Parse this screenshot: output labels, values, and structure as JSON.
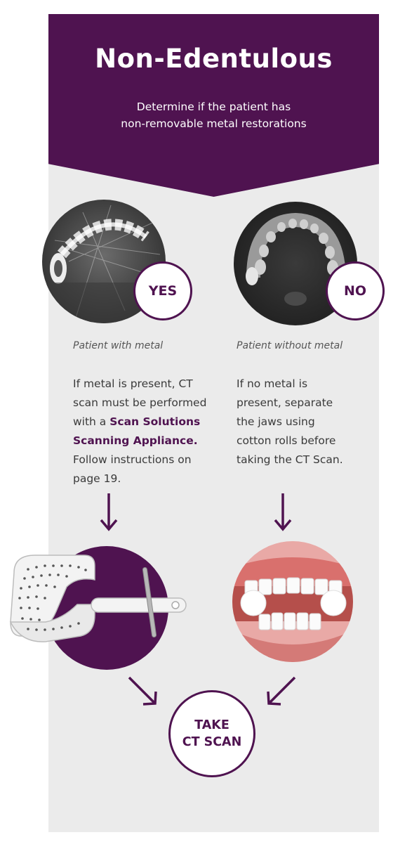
{
  "header": {
    "title": "Non-Edentulous",
    "subtitle_line1": "Determine if the patient has",
    "subtitle_line2": "non-removable metal restorations"
  },
  "left": {
    "badge": "YES",
    "caption": "Patient with metal",
    "text_before": "If metal is present, CT scan must be performed with a ",
    "text_bold": "Scan Solutions Scanning Appliance.",
    "text_after": " Follow instructions on page 19."
  },
  "right": {
    "badge": "NO",
    "caption": "Patient without metal",
    "text": "If no metal is present, separate the jaws using cotton rolls before taking the CT Scan."
  },
  "final": {
    "line1": "TAKE",
    "line2": "CT SCAN"
  },
  "colors": {
    "brand_purple": "#4f1350",
    "panel_gray": "#ebebeb"
  }
}
